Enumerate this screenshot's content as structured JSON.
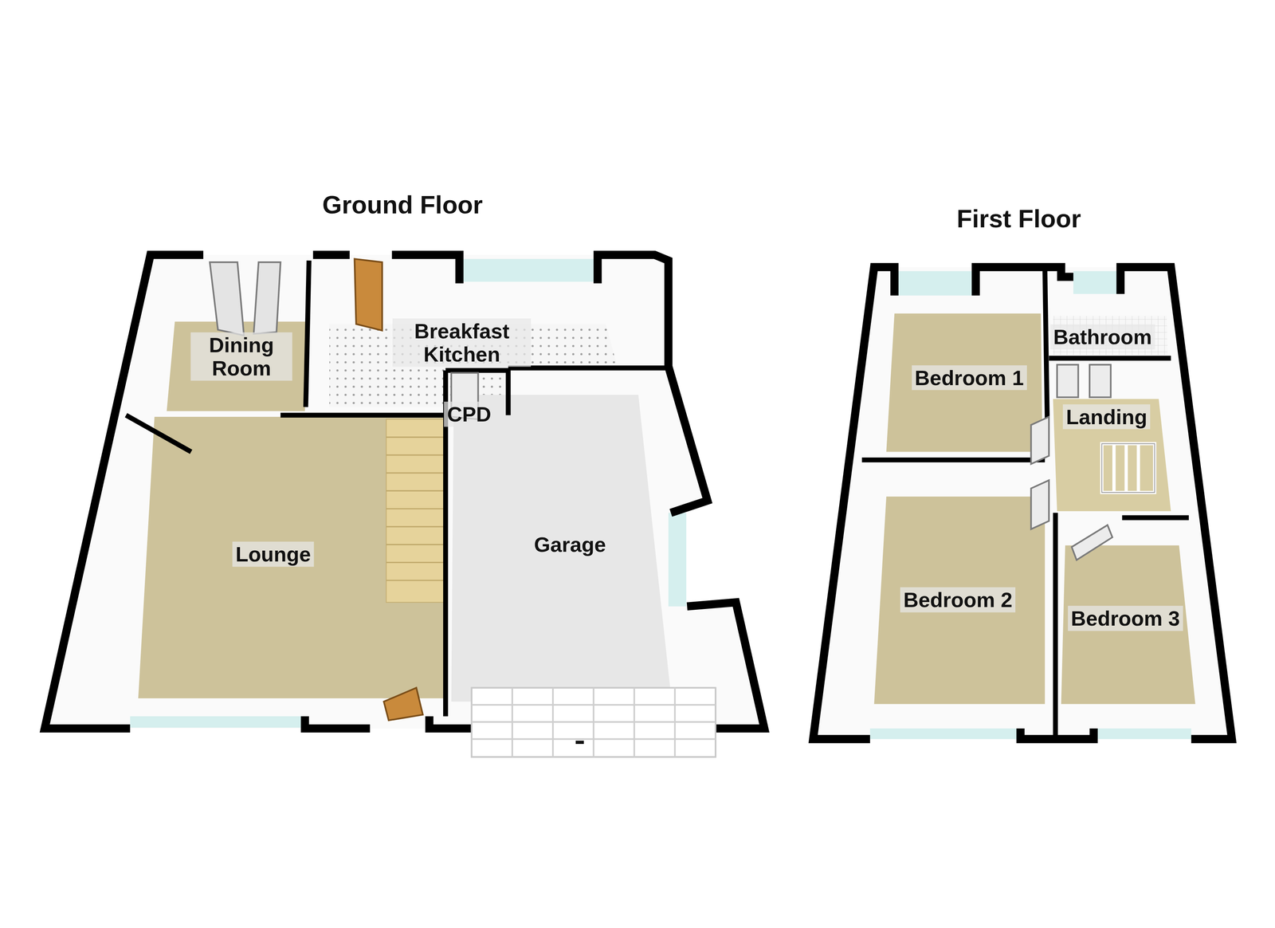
{
  "diagram": {
    "nodes": [
      {
        "text": [
          "Ground Floor"
        ]
      },
      {
        "text": [
          "Dining Room"
        ],
        "in": 0
      },
      {
        "text": [
          "Breakfast Kitchen"
        ],
        "in": 0
      },
      {
        "text": [
          "CPD"
        ],
        "in": 0
      },
      {
        "text": [
          "Lounge"
        ],
        "in": 0
      },
      {
        "text": [
          "Garage"
        ],
        "in": 0
      },
      {
        "text": [
          "First Floor"
        ]
      },
      {
        "text": [
          "Bedroom 1"
        ],
        "in": 6
      },
      {
        "text": [
          "Bathroom"
        ],
        "in": 6
      },
      {
        "text": [
          "Landing"
        ],
        "in": 6
      },
      {
        "text": [
          "Bedroom 2"
        ],
        "in": 6
      },
      {
        "text": [
          "Bedroom 3"
        ],
        "in": 6
      }
    ]
  }
}
